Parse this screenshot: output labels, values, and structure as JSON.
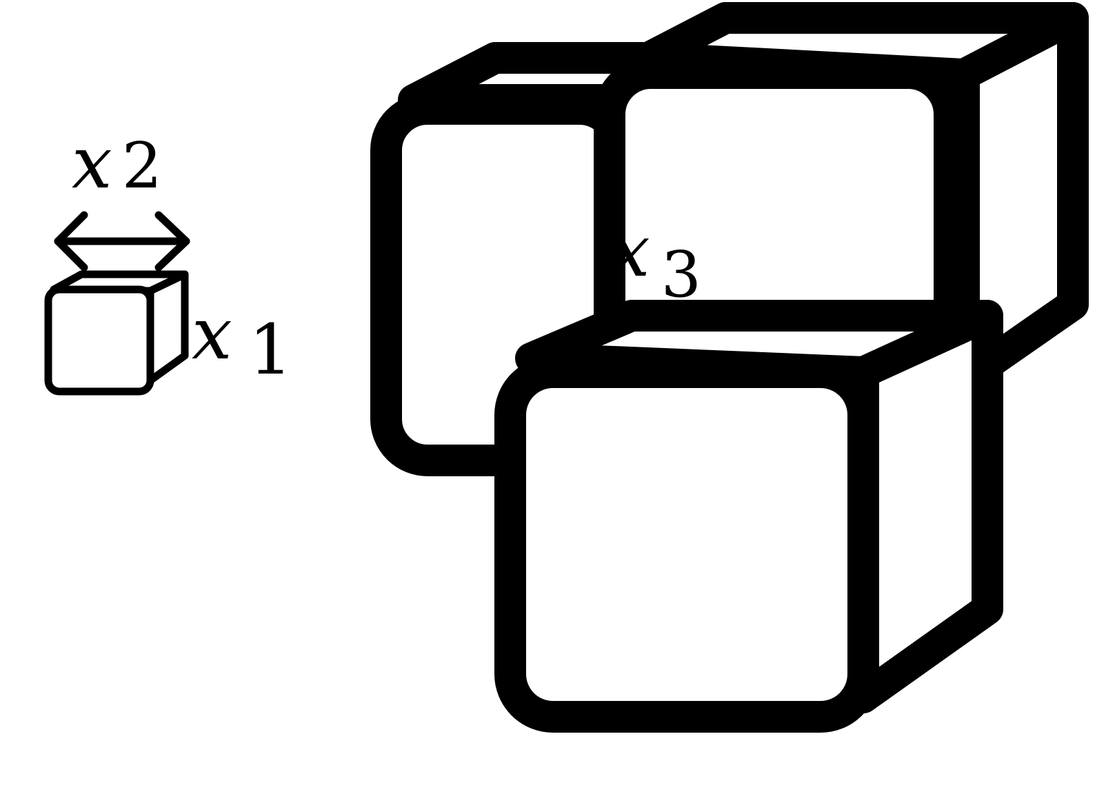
{
  "labels": {
    "x1": {
      "base": "x",
      "subscript": "1"
    },
    "x2": {
      "base": "x",
      "subscript": "2"
    },
    "x3": {
      "base": "x",
      "subscript": "3"
    }
  },
  "colors": {
    "stroke": "#000000",
    "fill": "#ffffff",
    "background": "#ffffff"
  }
}
